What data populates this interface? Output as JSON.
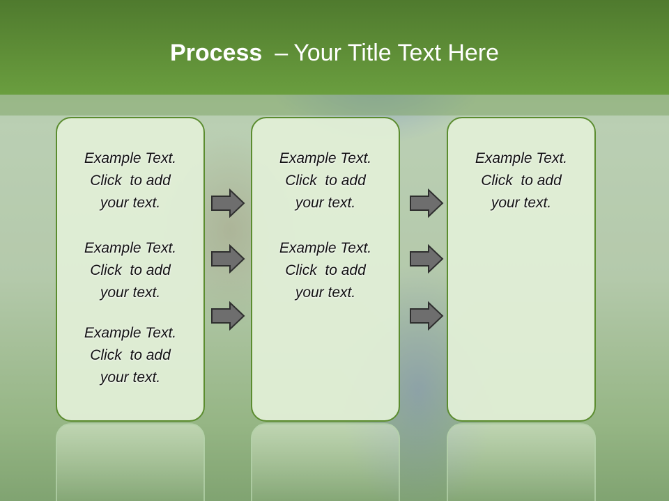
{
  "title": {
    "bold": "Process",
    "dash": "–",
    "rest": "Your Title Text Here"
  },
  "colors": {
    "header": "#5d8c36",
    "box_fill": "#e0eed6",
    "box_border": "#5b8c2f",
    "arrow_fill": "#6e6e6e"
  },
  "columns": [
    {
      "blocks": [
        {
          "line1": "Example Text.",
          "line2": "Click  to add",
          "line3": "your text."
        },
        {
          "line1": "Example Text.",
          "line2": "Click  to add",
          "line3": "your text."
        },
        {
          "line1": "Example Text.",
          "line2": "Click  to add",
          "line3": "your text."
        }
      ]
    },
    {
      "blocks": [
        {
          "line1": "Example Text.",
          "line2": "Click  to add",
          "line3": "your text."
        },
        {
          "line1": "Example Text.",
          "line2": "Click  to add",
          "line3": "your text."
        }
      ]
    },
    {
      "blocks": [
        {
          "line1": "Example Text.",
          "line2": "Click  to add",
          "line3": "your text."
        }
      ]
    }
  ],
  "icons": {
    "arrow": "right-arrow-icon"
  }
}
